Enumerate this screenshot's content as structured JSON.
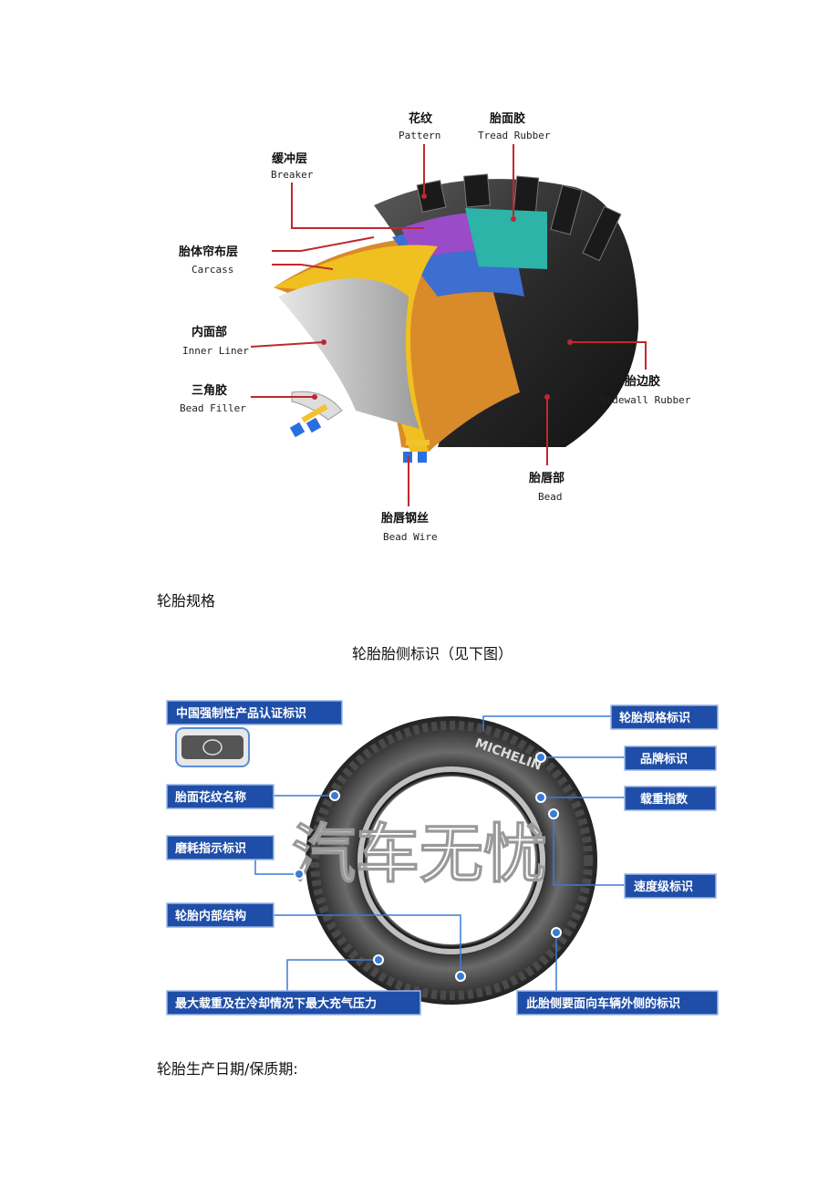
{
  "figure1": {
    "labels": [
      {
        "cn": "花纹",
        "en": "Pattern"
      },
      {
        "cn": "胎面胶",
        "en": "Tread Rubber"
      },
      {
        "cn": "缓冲层",
        "en": "Breaker"
      },
      {
        "cn": "胎体帘布层",
        "en": "Carcass"
      },
      {
        "cn": "内面部",
        "en": "Inner Liner"
      },
      {
        "cn": "三角胶",
        "en": "Bead Filler"
      },
      {
        "cn": "胎边胶",
        "en": "Sidewall Rubber"
      },
      {
        "cn": "胎唇部",
        "en": "Bead"
      },
      {
        "cn": "胎唇钢丝",
        "en": "Bead Wire"
      }
    ]
  },
  "section_heading_1": "轮胎规格",
  "figure2_caption": "轮胎胎侧标识（见下图）",
  "figure2": {
    "watermark": "汽车无忧",
    "left_labels": [
      "中国强制性产品认证标识",
      "胎面花纹名称",
      "磨耗指示标识",
      "轮胎内部结构",
      "最大载重及在冷却情况下最大充气压力"
    ],
    "right_labels": [
      "轮胎规格标识",
      "品牌标识",
      "载重指数",
      "速度级标识",
      "此胎侧要面向车辆外侧的标识"
    ],
    "brand_on_tire": "MICHELIN",
    "cert_badge_color": "#555555",
    "label_bg": "#1f4ea8",
    "callout_color": "#3a7bd5"
  },
  "section_heading_2": "轮胎生产日期/保质期:"
}
